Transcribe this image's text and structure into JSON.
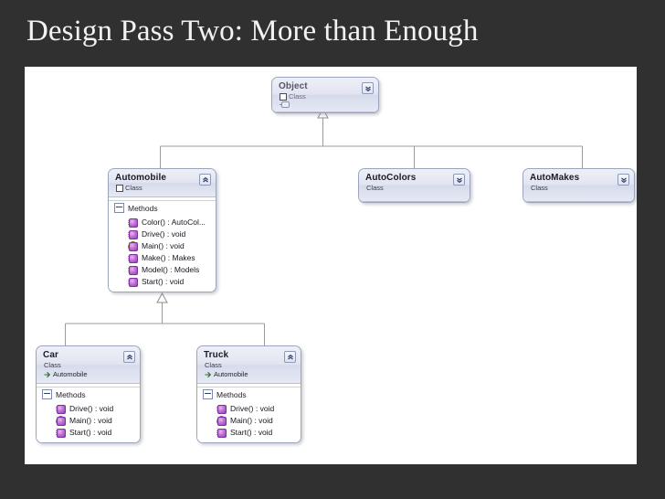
{
  "slide": {
    "title": "Design Pass Two: More than Enough",
    "background_color": "#303030",
    "title_color": "#f2f2f2",
    "canvas_color": "#ffffff"
  },
  "diagram": {
    "type": "uml-class-diagram",
    "accent_color": "#9aa4bd",
    "header_gradient_from": "#eef0f8",
    "header_gradient_to": "#e6e9f4",
    "member_icon_color": "#8f3fb0",
    "classes": [
      {
        "id": "object",
        "name": "Object",
        "stereotype": "Class",
        "base": null,
        "collapsed": true,
        "toggle_icon": "chevron-down-icon",
        "compartments": []
      },
      {
        "id": "automobile",
        "name": "Automobile",
        "stereotype": "Class",
        "base": null,
        "collapsed": false,
        "toggle_icon": "chevron-up-icon",
        "compartments": [
          {
            "label": "Methods",
            "members": [
              {
                "text": "Color() : AutoCol...",
                "icon": "method-icon",
                "static": false
              },
              {
                "text": "Drive() : void",
                "icon": "method-icon",
                "static": false
              },
              {
                "text": "Main() : void",
                "icon": "method-static-icon",
                "static": true
              },
              {
                "text": "Make() : Makes",
                "icon": "method-icon",
                "static": false
              },
              {
                "text": "Model() : Models",
                "icon": "method-icon",
                "static": false
              },
              {
                "text": "Start() : void",
                "icon": "method-icon",
                "static": false
              }
            ]
          }
        ]
      },
      {
        "id": "autocolors",
        "name": "AutoColors",
        "stereotype": "Class",
        "base": null,
        "collapsed": true,
        "toggle_icon": "chevron-down-icon",
        "compartments": []
      },
      {
        "id": "automakes",
        "name": "AutoMakes",
        "stereotype": "Class",
        "base": null,
        "collapsed": true,
        "toggle_icon": "chevron-down-icon",
        "compartments": []
      },
      {
        "id": "car",
        "name": "Car",
        "stereotype": "Class",
        "base": "Automobile",
        "collapsed": false,
        "toggle_icon": "chevron-up-icon",
        "compartments": [
          {
            "label": "Methods",
            "members": [
              {
                "text": "Drive() : void",
                "icon": "method-icon",
                "static": false
              },
              {
                "text": "Main() : void",
                "icon": "method-static-icon",
                "static": true
              },
              {
                "text": "Start() : void",
                "icon": "method-icon",
                "static": false
              }
            ]
          }
        ]
      },
      {
        "id": "truck",
        "name": "Truck",
        "stereotype": "Class",
        "base": "Automobile",
        "collapsed": false,
        "toggle_icon": "chevron-up-icon",
        "compartments": [
          {
            "label": "Methods",
            "members": [
              {
                "text": "Drive() : void",
                "icon": "method-icon",
                "static": false
              },
              {
                "text": "Main() : void",
                "icon": "method-static-icon",
                "static": true
              },
              {
                "text": "Start() : void",
                "icon": "method-icon",
                "static": false
              }
            ]
          }
        ]
      }
    ],
    "relationships": [
      {
        "kind": "inheritance",
        "from": "automobile",
        "to": "object"
      },
      {
        "kind": "inheritance",
        "from": "autocolors",
        "to": "object"
      },
      {
        "kind": "inheritance",
        "from": "automakes",
        "to": "object"
      },
      {
        "kind": "inheritance",
        "from": "car",
        "to": "automobile"
      },
      {
        "kind": "inheritance",
        "from": "truck",
        "to": "automobile"
      }
    ]
  }
}
